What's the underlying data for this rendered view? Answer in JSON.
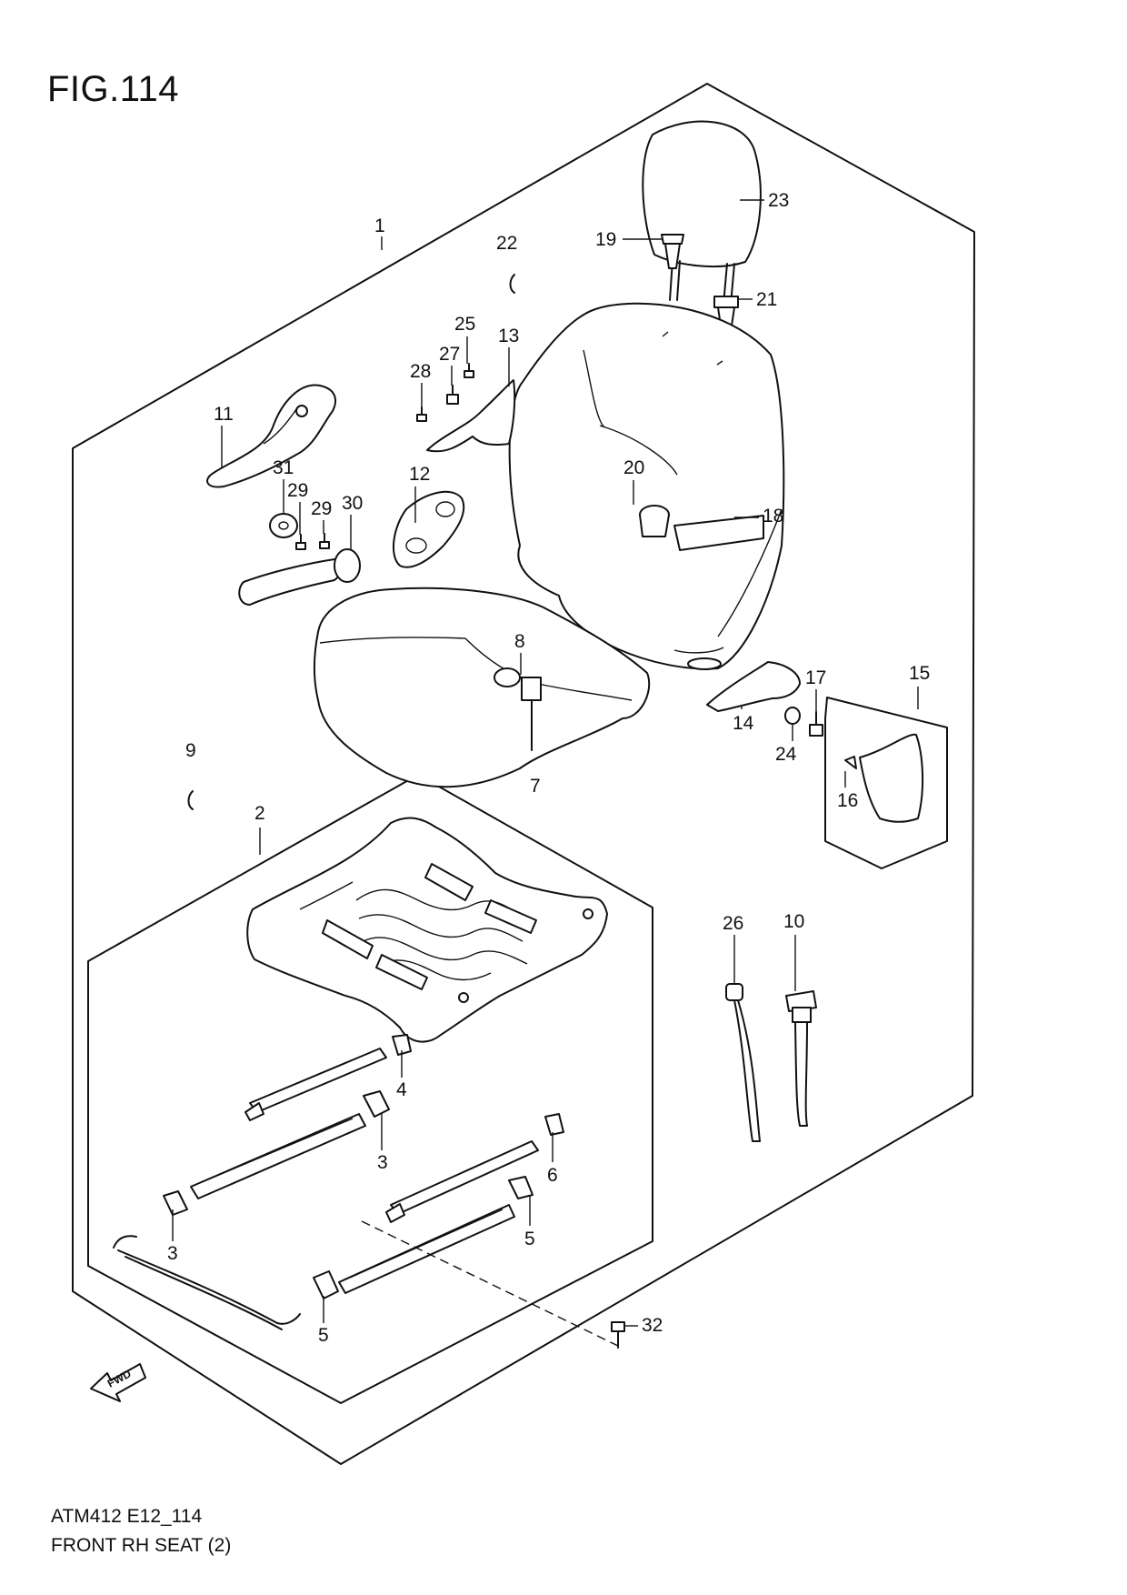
{
  "figure": {
    "title": "FIG.114",
    "code": "ATM412 E12_114",
    "name": "FRONT RH SEAT (2)",
    "fwd_label": "FWD"
  },
  "callouts": [
    "1",
    "2",
    "3",
    "3",
    "3",
    "4",
    "5",
    "5",
    "5",
    "6",
    "7",
    "8",
    "9",
    "10",
    "11",
    "12",
    "13",
    "14",
    "15",
    "16",
    "17",
    "18",
    "19",
    "20",
    "21",
    "22",
    "23",
    "24",
    "25",
    "26",
    "27",
    "28",
    "29",
    "29",
    "30",
    "31",
    "32"
  ],
  "icons": [
    "fwd-arrow-icon"
  ],
  "colors": {
    "line": "#111111",
    "background": "#ffffff"
  }
}
